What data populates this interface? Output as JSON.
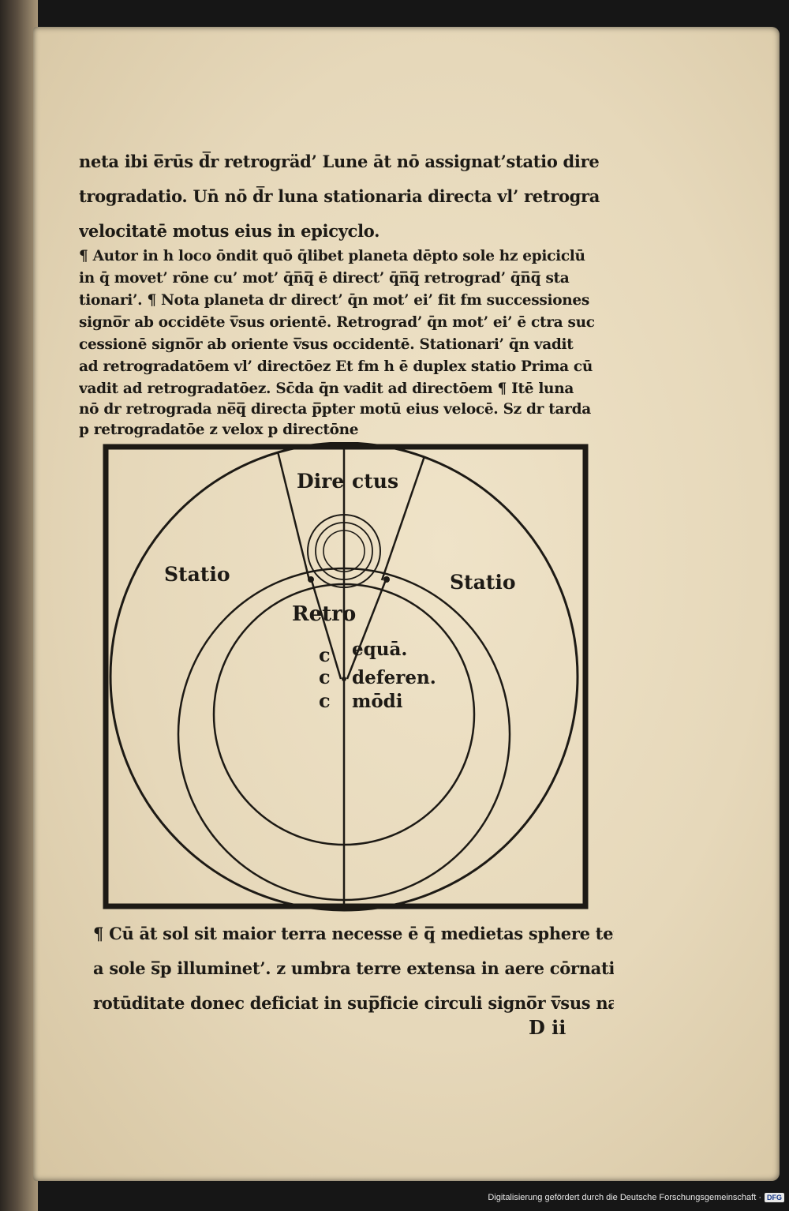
{
  "page": {
    "top_lines": [
      "neta ibi e̅rūs d̅r retrogräd’ Lune āt nō assignat’statio directio vl’ re",
      "trogradatio. Un̄ nō d̅r luna stationaria directa vl’ retrograda ppt",
      "velocitatē motus eius in epicyclo."
    ],
    "paragraph_lines": [
      "¶ Autor in h̅ loco ōndit quō q̄libet planeta dēpto sole h̅z epiciclū",
      "in q̄ movet’ rōne cu’ mot’ q̄n̅q̅ ē direct’ q̄n̅q̅ retrograd’ q̄n̅q̅ sta",
      "tionari’. ¶ Nota planeta d̅r direct’ q̄n mot’ ei’ fit f̅m successiones",
      "signo̅r ab occidēte v̅sus orientē. Retrograd’ q̄n mot’ ei’ ē ctra suc",
      "cessionē signo̅r ab oriente v̅sus occidentē. Stationari’ q̄n vadit",
      "ad retrogradatōem vl’ directōez Et f̅m h̅ ē duplex statio Prima cū",
      "vadit ad retrogradatōez. Sc̄da q̄n vadit ad directōem ¶ Itē luna",
      "nō d̅r retrograda ne̅q̅ directa p̅pter motū eius velocē. Sz d̅r tarda",
      "p retrogradatōe z velox p directōne"
    ],
    "bottom_lines": [
      "¶ Cū āt sol sit maior terra necesse ē q̅ medietas sphere terre ad min’",
      "a sole s̅p illuminet’. z umbra terre extensa in aere cōrnatil’ minuat’ in",
      "rotūditate donec deficiat in sup̅ficie circuli signo̅r v̅sus nadir solis."
    ],
    "signature_mark": "D ii",
    "footer_text": "Digitalisierung gefördert durch die Deutsche Forschungsgemeinschaft ·",
    "footer_logo": "DFG"
  },
  "diagram": {
    "labels": {
      "directus_left": "Dire",
      "directus_right": "ctus",
      "statio_left": "Statio",
      "statio_right": "Statio",
      "retro": "Retro",
      "center_letter_1": "c",
      "center_letter_2": "c",
      "center_letter_3": "c",
      "aequantis": "equā.",
      "deferentis": "deferen.",
      "mundi": "mōdi"
    }
  }
}
